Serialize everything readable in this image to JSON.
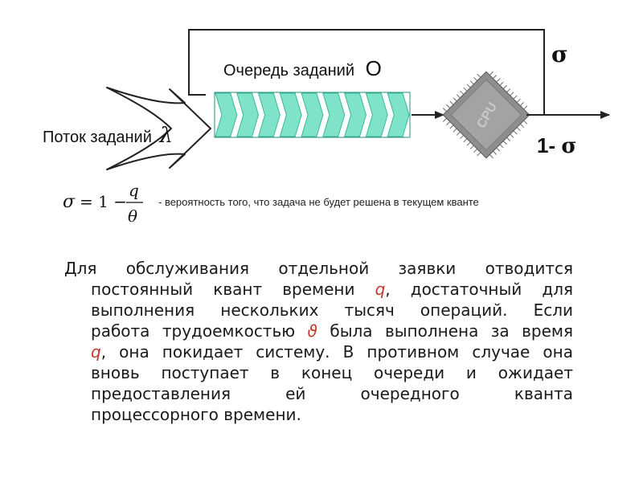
{
  "diagram": {
    "queue_label": "Очередь заданий",
    "queue_symbol": "O",
    "stream_label": "Поток заданий",
    "stream_symbol": "λ",
    "feedback_label": "σ",
    "output_label_prefix": "1-",
    "output_label_symbol": "σ",
    "cpu_label": "CPU",
    "queue_slots": 9,
    "colors": {
      "queue_fill": "#7fe3c9",
      "queue_stroke": "#3bb79a",
      "cpu_fill": "#9a9a9a",
      "line": "#222222"
    }
  },
  "formula": {
    "lhs": "σ",
    "equals": "= 1 −",
    "numerator": "q",
    "denominator": "θ",
    "caption": "- вероятность того, что  задача не будет решена в текущем кванте"
  },
  "paragraph": {
    "l1": "Для обслуживания отдельной заявки отводится",
    "l2a": "постоянный квант времени ",
    "l2q": "q",
    "l2b": ", достаточный для",
    "l3": "выполнения нескольких тысяч операций. Если",
    "l4a": "работа трудоемкостью ",
    "l4t": "ϑ",
    "l4b": " была выполнена за время",
    "l5q": "q",
    "l5b": ", она покидает систему. В противном случае она",
    "l6": "вновь поступает в конец очереди и ожидает",
    "l7": "предоставления ей очередного кванта",
    "l8": "процессорного времени."
  }
}
